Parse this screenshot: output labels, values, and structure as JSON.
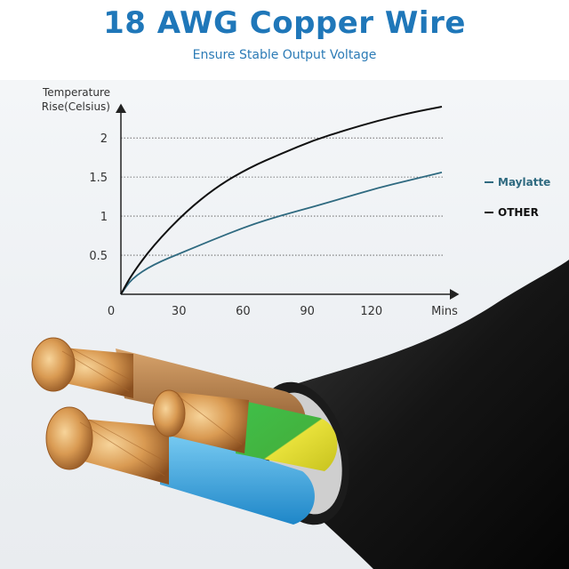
{
  "header": {
    "title": "18 AWG Copper Wire",
    "subtitle": "Ensure Stable Output Voltage"
  },
  "colors": {
    "title": "#1f77b9",
    "maylatte": "#2f6a80",
    "other": "#111111"
  },
  "chart_data": {
    "type": "line",
    "title": "",
    "xlabel": "Mins",
    "ylabel_line1": "Temperature",
    "ylabel_line2": "Rise(Celsius)",
    "x_ticks": [
      "0",
      "30",
      "60",
      "90",
      "120"
    ],
    "y_ticks": [
      "0.5",
      "1",
      "1.5",
      "2"
    ],
    "xlim": [
      0,
      150
    ],
    "ylim": [
      0,
      2.4
    ],
    "grid": "horizontal dotted",
    "legend_position": "right",
    "series": [
      {
        "name": "Maylatte",
        "x": [
          0,
          5,
          15,
          30,
          45,
          60,
          75,
          90,
          105,
          120,
          135,
          150
        ],
        "y": [
          0,
          0.2,
          0.38,
          0.55,
          0.72,
          0.88,
          1.01,
          1.12,
          1.24,
          1.36,
          1.46,
          1.56
        ]
      },
      {
        "name": "OTHER",
        "x": [
          0,
          5,
          15,
          30,
          45,
          60,
          75,
          90,
          105,
          120,
          135,
          150
        ],
        "y": [
          0,
          0.25,
          0.62,
          1.05,
          1.38,
          1.62,
          1.8,
          1.97,
          2.1,
          2.22,
          2.32,
          2.4
        ]
      }
    ]
  }
}
